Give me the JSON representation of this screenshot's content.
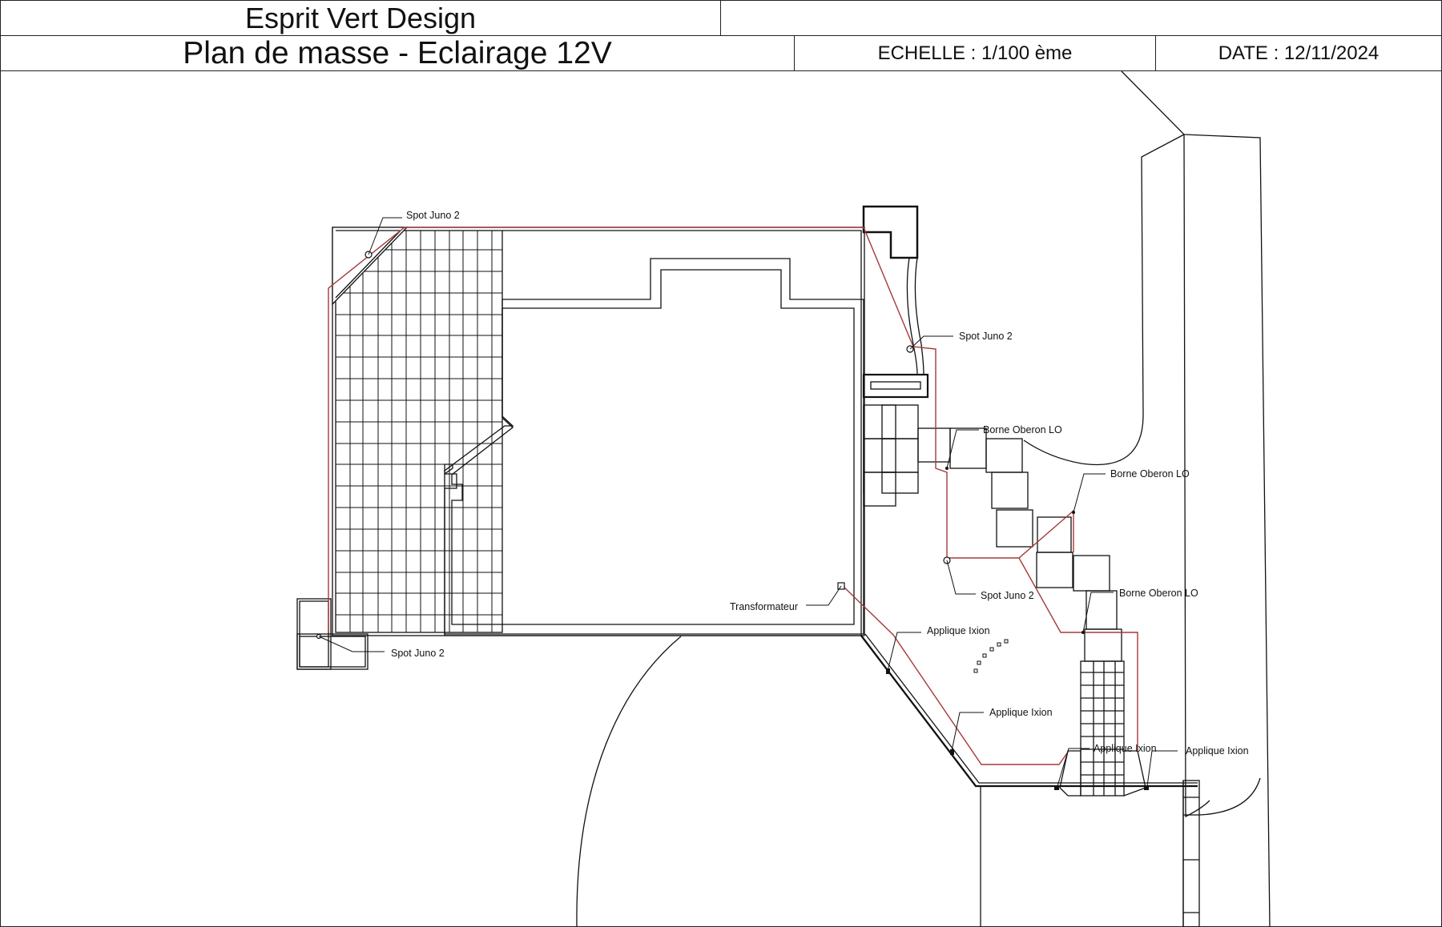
{
  "title_block": {
    "company": "Esprit Vert Design",
    "drawing_title": "Plan de masse - Eclairage 12V",
    "scale": "ECHELLE : 1/100 ème",
    "date": "DATE : 12/11/2024"
  },
  "fixtures": {
    "spot_top_left": "Spot Juno 2",
    "spot_right_top": "Spot Juno 2",
    "borne_1": "Borne Oberon LO",
    "borne_2": "Borne Oberon LO",
    "spot_center_right": "Spot Juno 2",
    "borne_3": "Borne Oberon LO",
    "transformateur": "Transformateur",
    "spot_bottom_left": "Spot Juno 2",
    "applique_1": "Applique Ixion",
    "applique_2": "Applique Ixion",
    "applique_3": "Applique Ixion",
    "applique_4": "Applique Ixion"
  },
  "colors": {
    "linework": "#111111",
    "cable": "#a33a3a"
  }
}
